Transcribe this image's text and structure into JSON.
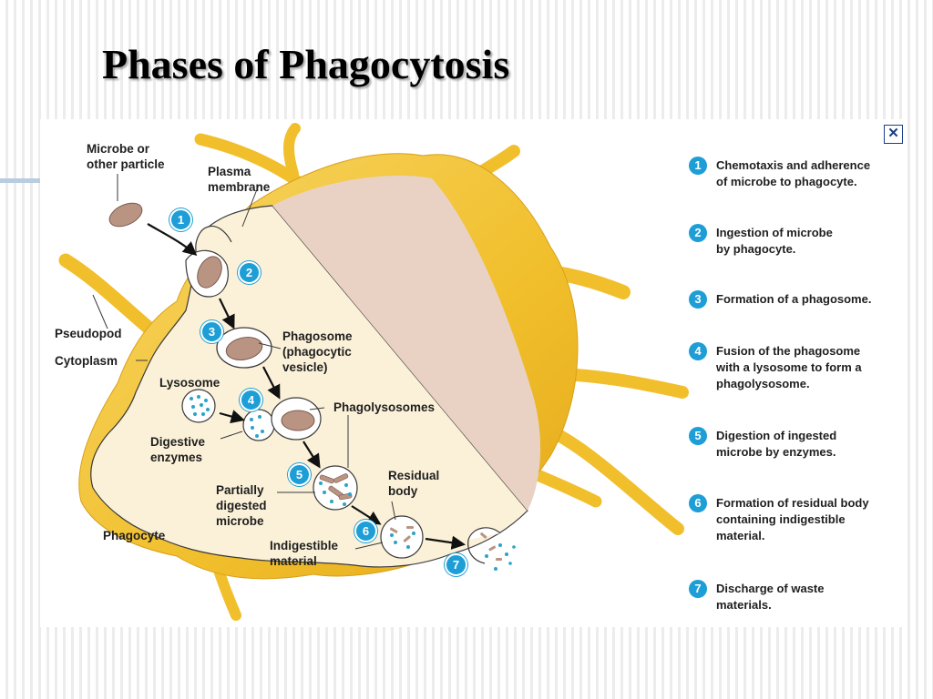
{
  "slide": {
    "title": "Phases of Phagocytosis"
  },
  "figure": {
    "close_icon": "close-icon",
    "labels": {
      "microbe": "Microbe or\nother particle",
      "plasma_membrane": "Plasma\nmembrane",
      "pseudopod": "Pseudopod",
      "cytoplasm": "Cytoplasm",
      "phagosome": "Phagosome\n(phagocytic\nvesicle)",
      "lysosome": "Lysosome",
      "phagolysosomes": "Phagolysosomes",
      "digestive_enzymes": "Digestive\nenzymes",
      "partially_digested": "Partially\ndigested\nmicrobe",
      "residual_body": "Residual\nbody",
      "phagocyte": "Phagocyte",
      "indigestible": "Indigestible\nmaterial"
    },
    "badges": [
      "1",
      "2",
      "3",
      "4",
      "5",
      "6",
      "7"
    ],
    "steps": [
      {
        "num": "1",
        "text": "Chemotaxis and adherence\nof microbe to phagocyte."
      },
      {
        "num": "2",
        "text": "Ingestion of microbe\nby phagocyte."
      },
      {
        "num": "3",
        "text": "Formation of a phagosome."
      },
      {
        "num": "4",
        "text": "Fusion of the phagosome\nwith a lysosome to form a\nphagolysosome."
      },
      {
        "num": "5",
        "text": "Digestion of ingested\nmicrobe by enzymes."
      },
      {
        "num": "6",
        "text": "Formation of residual body\ncontaining indigestible\nmaterial."
      },
      {
        "num": "7",
        "text": "Discharge of waste\nmaterials."
      }
    ],
    "colors": {
      "badge": "#1d9ed6",
      "cell_outer": "#f3c53a",
      "cytoplasm": "#fbf1d9",
      "membrane_cut": "#e9d2c4",
      "microbe": "#b99483",
      "granule": "#2aa3c8"
    }
  }
}
